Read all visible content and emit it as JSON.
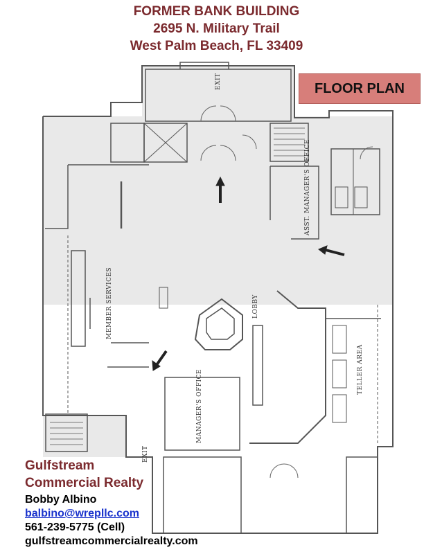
{
  "header": {
    "line1": "FORMER BANK BUILDING",
    "line2": "2695 N. Military Trail",
    "line3": "West Palm Beach, FL 33409"
  },
  "badge": "FLOOR PLAN",
  "rooms": {
    "exit_top": "EXIT",
    "exit_bottom": "EXIT",
    "asst_managers_office": "ASST. MANAGER'S OFFICE",
    "member_services": "MEMBER SERVICES",
    "lobby": "LOBBY",
    "teller_area": "TELLER AREA",
    "managers_office": "MANAGER'S OFFICE"
  },
  "company": {
    "line1": "Gulfstream",
    "line2": "Commercial Realty"
  },
  "contact": {
    "name": "Bobby Albino",
    "email": "balbino@wrepllc.com",
    "phone": "561-239-5775 (Cell)",
    "website": "gulfstreamcommercialrealty.com"
  },
  "colors": {
    "header": "#7b2a2e",
    "badge_bg": "#d77e7a",
    "link": "#1a33cc",
    "line": "#555555",
    "shade": "#e9e9e9"
  }
}
